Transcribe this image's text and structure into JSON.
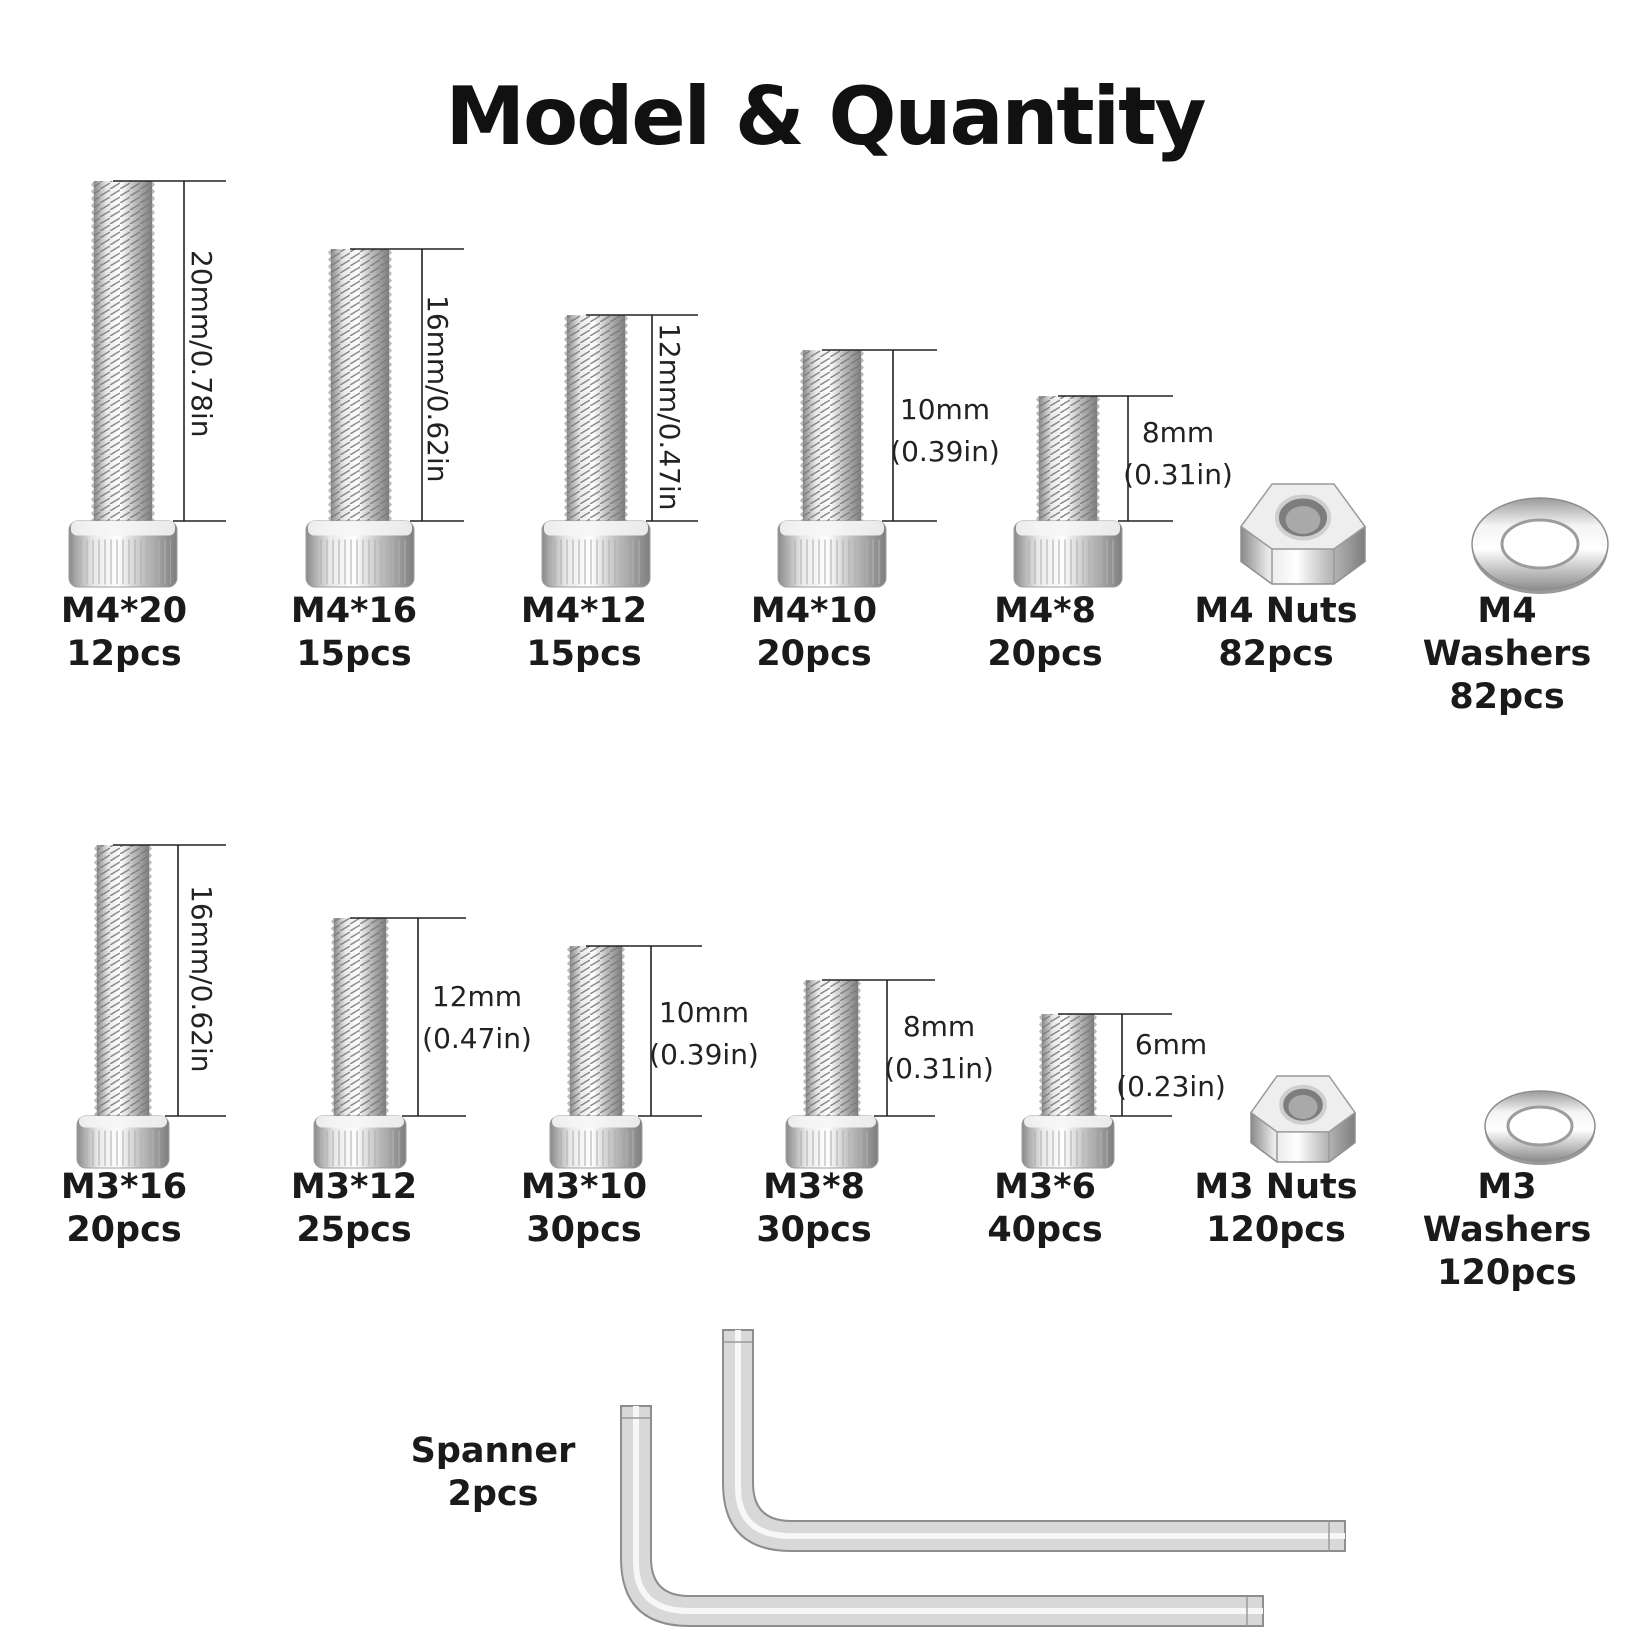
{
  "title": "Model & Quantity",
  "row1": [
    {
      "model": "M4*20",
      "qty": "12pcs",
      "dim": "20mm/0.78in"
    },
    {
      "model": "M4*16",
      "qty": "15pcs",
      "dim": "16mm/0.62in"
    },
    {
      "model": "M4*12",
      "qty": "15pcs",
      "dim": "12mm/0.47in"
    },
    {
      "model": "M4*10",
      "qty": "20pcs",
      "dim_mm": "10mm",
      "dim_in": "(0.39in)"
    },
    {
      "model": "M4*8",
      "qty": "20pcs",
      "dim_mm": "8mm",
      "dim_in": "(0.31in)"
    },
    {
      "model": "M4 Nuts",
      "qty": "82pcs"
    },
    {
      "model": "M4",
      "model2": "Washers",
      "qty": "82pcs"
    }
  ],
  "row2": [
    {
      "model": "M3*16",
      "qty": "20pcs",
      "dim": "16mm/0.62in"
    },
    {
      "model": "M3*12",
      "qty": "25pcs",
      "dim_mm": "12mm",
      "dim_in": "(0.47in)"
    },
    {
      "model": "M3*10",
      "qty": "30pcs",
      "dim_mm": "10mm",
      "dim_in": "(0.39in)"
    },
    {
      "model": "M3*8",
      "qty": "30pcs",
      "dim_mm": "8mm",
      "dim_in": "(0.31in)"
    },
    {
      "model": "M3*6",
      "qty": "40pcs",
      "dim_mm": "6mm",
      "dim_in": "(0.23in)"
    },
    {
      "model": "M3 Nuts",
      "qty": "120pcs"
    },
    {
      "model": "M3",
      "model2": "Washers",
      "qty": "120pcs"
    }
  ],
  "spanner": {
    "name": "Spanner",
    "qty": "2pcs"
  },
  "colors": {
    "metal_light": "#f2f2f2",
    "metal_mid": "#c4c4c4",
    "metal_dark": "#8a8a8a",
    "text": "#1a1a1a"
  }
}
